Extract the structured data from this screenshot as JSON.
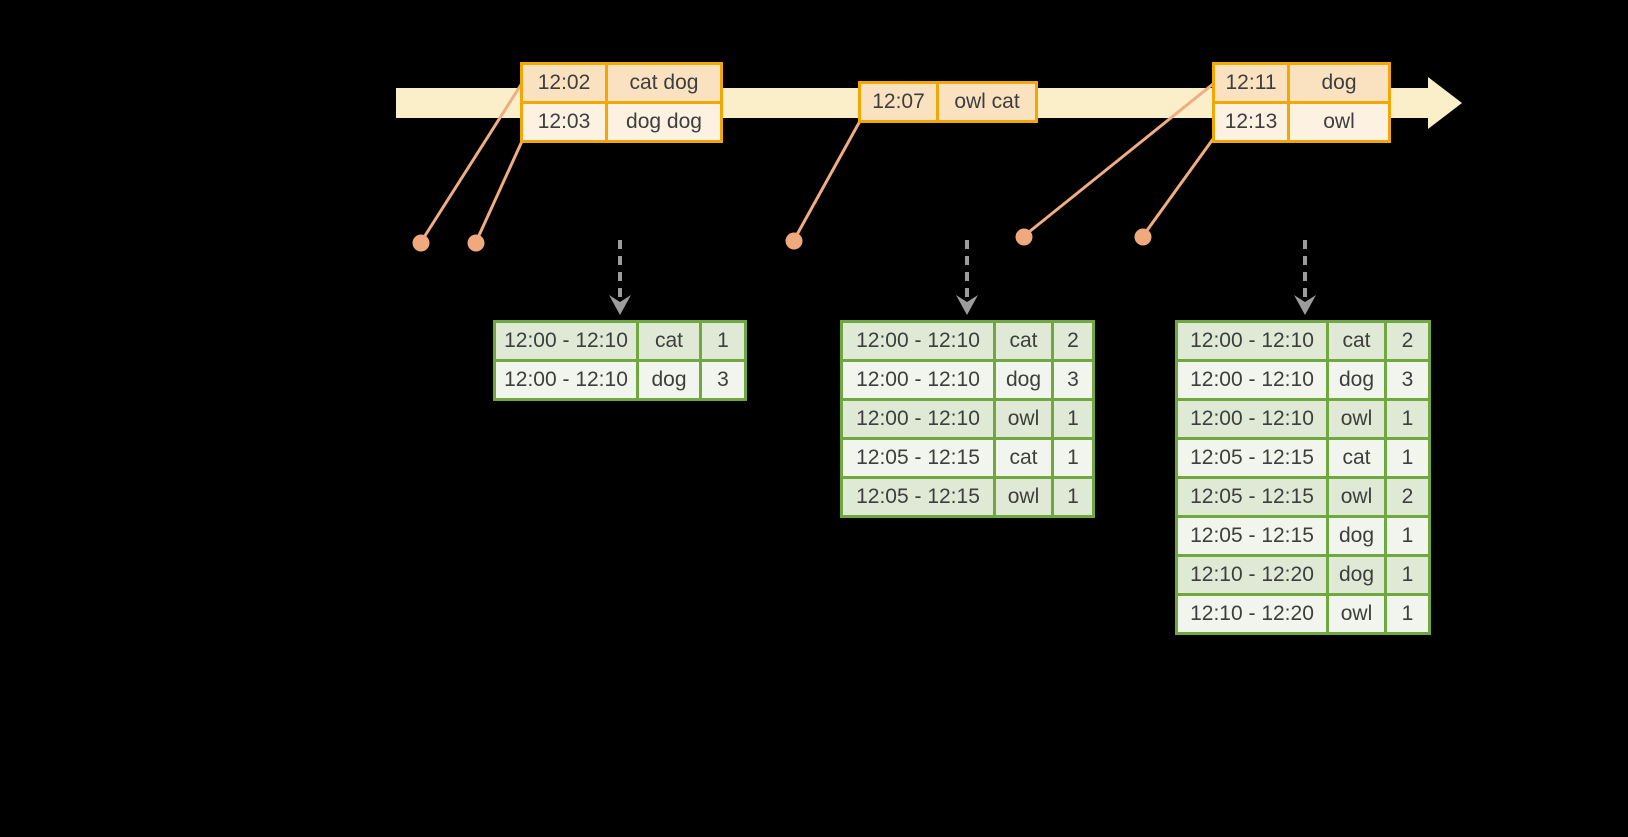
{
  "colors": {
    "background": "#000000",
    "timeline_band": "#FBEFC9",
    "event_box_border": "#F2A702",
    "event_row_dark": "#FAE2C0",
    "event_row_light": "#FDF2E2",
    "connector_salmon": "#F0A87D",
    "trigger_arrow_gray": "#9C9C9C",
    "table_border_green": "#6EA83F",
    "table_row_dark": "#E0E9D5",
    "table_row_light": "#F2F5ED",
    "text": "#3E3E3E"
  },
  "timeline": {
    "events": [
      {
        "rows": [
          {
            "time": "12:02",
            "words": "cat dog"
          },
          {
            "time": "12:03",
            "words": "dog dog"
          }
        ]
      },
      {
        "rows": [
          {
            "time": "12:07",
            "words": "owl cat"
          }
        ]
      },
      {
        "rows": [
          {
            "time": "12:11",
            "words": "dog"
          },
          {
            "time": "12:13",
            "words": "owl"
          }
        ]
      }
    ]
  },
  "result_tables": [
    {
      "rows": [
        {
          "window": "12:00 - 12:10",
          "word": "cat",
          "count": "1"
        },
        {
          "window": "12:00 - 12:10",
          "word": "dog",
          "count": "3"
        }
      ]
    },
    {
      "rows": [
        {
          "window": "12:00 - 12:10",
          "word": "cat",
          "count": "2"
        },
        {
          "window": "12:00 - 12:10",
          "word": "dog",
          "count": "3"
        },
        {
          "window": "12:00 - 12:10",
          "word": "owl",
          "count": "1"
        },
        {
          "window": "12:05 - 12:15",
          "word": "cat",
          "count": "1"
        },
        {
          "window": "12:05 - 12:15",
          "word": "owl",
          "count": "1"
        }
      ]
    },
    {
      "rows": [
        {
          "window": "12:00 - 12:10",
          "word": "cat",
          "count": "2"
        },
        {
          "window": "12:00 - 12:10",
          "word": "dog",
          "count": "3"
        },
        {
          "window": "12:00 - 12:10",
          "word": "owl",
          "count": "1"
        },
        {
          "window": "12:05 - 12:15",
          "word": "cat",
          "count": "1"
        },
        {
          "window": "12:05 - 12:15",
          "word": "owl",
          "count": "2"
        },
        {
          "window": "12:05 - 12:15",
          "word": "dog",
          "count": "1"
        },
        {
          "window": "12:10 - 12:20",
          "word": "dog",
          "count": "1"
        },
        {
          "window": "12:10 - 12:20",
          "word": "owl",
          "count": "1"
        }
      ]
    }
  ]
}
